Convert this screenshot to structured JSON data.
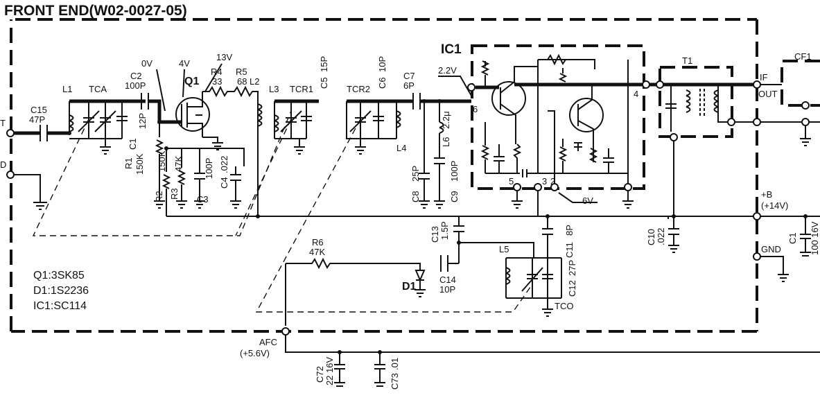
{
  "title": "FRONT END(W02-0027-05)",
  "ic_label": "IC1",
  "inputs": {
    "ant": "T",
    "d": "D"
  },
  "notes": [
    "Q1:3SK85",
    "D1:1S2236",
    "IC1:SC114"
  ],
  "voltages": {
    "v0": "0V",
    "v4": "4V",
    "v13": "13V",
    "v22": "2.2V",
    "v6": "6V"
  },
  "parts": {
    "l1": "L1",
    "tca": "TCA",
    "c15a": "C15",
    "c15b": "47P",
    "c2a": "C2",
    "c2b": "100P",
    "c1a": "C1",
    "c1b": "12P",
    "q1": "Q1",
    "r4a": "R4",
    "r4b": "33",
    "r5a": "R5",
    "r5b": "68",
    "l2": "L2",
    "r1a": "R1",
    "r1b": "150K",
    "r2a": "R2",
    "r2b": "150K",
    "r3a": "R3",
    "r3b": "47K",
    "c3a": "C3",
    "c3b": "100P",
    "c4a": "C4",
    "c4b": ".022",
    "l3": "L3",
    "tcr1": "TCR1",
    "c5a": "C5",
    "c5b": "15P",
    "tcr2": "TCR2",
    "c6a": "C6",
    "c6b": "10P",
    "l4": "L4",
    "c7a": "C7",
    "c7b": "6P",
    "l6a": "L6",
    "l6b": "2.2μ",
    "c8a": "C8",
    "c8b": "25P",
    "c9a": "C9",
    "c9b": "100P",
    "c13a": "C13",
    "c13b": "1.5P",
    "r6a": "R6",
    "r6b": "47K",
    "d1": "D1",
    "c14a": "C14",
    "c14b": "10P",
    "l5": "L5",
    "c11a": "C11",
    "c11b": "8P",
    "c12a": "C12",
    "c12b": "27P",
    "tco": "TCO",
    "t1": "T1",
    "c10a": "C10",
    "c10b": ".022",
    "cf1": "CF1",
    "c1ba": "C1",
    "c1bb": "100 16V",
    "c72a": "C72",
    "c72b": "22 16V",
    "c73a": "C73",
    "c73b": ".01"
  },
  "pins": {
    "p6": "6",
    "p4": "4",
    "p5": "5",
    "p3": "3",
    "p2": "2"
  },
  "terminals": {
    "if_label": "IF",
    "out_label": "OUT",
    "b_label": "+B",
    "b_volt": "(+14V)",
    "gnd": "GND",
    "afc": "AFC",
    "afc_volt": "(+5.6V)"
  }
}
